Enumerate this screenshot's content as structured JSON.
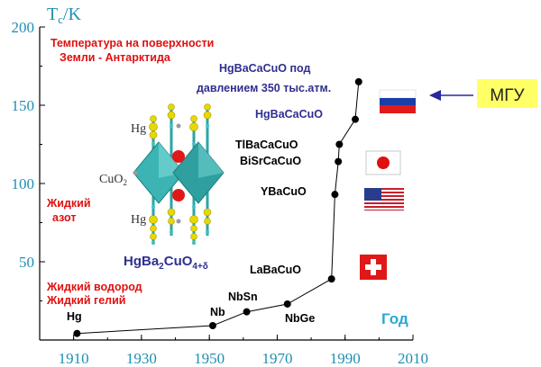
{
  "chart_data": {
    "type": "scatter",
    "title": "",
    "xlabel": "Год",
    "ylabel_main": "T",
    "ylabel_sub": "c",
    "ylabel_unit": "/K",
    "xlim": [
      1900,
      2010
    ],
    "ylim": [
      0,
      200
    ],
    "xticks": [
      1910,
      1930,
      1950,
      1970,
      1990,
      2010
    ],
    "yticks": [
      50,
      100,
      150,
      200
    ],
    "grid": false,
    "legend": "none",
    "series": [
      {
        "points": [
          {
            "x": 1911,
            "y": 4.2
          },
          {
            "x": 1951,
            "y": 9.2
          },
          {
            "x": 1961,
            "y": 18
          },
          {
            "x": 1973,
            "y": 23
          },
          {
            "x": 1986,
            "y": 39
          },
          {
            "x": 1987,
            "y": 93
          },
          {
            "x": 1988,
            "y": 114
          },
          {
            "x": 1988.3,
            "y": 125
          },
          {
            "x": 1993,
            "y": 141
          },
          {
            "x": 1994,
            "y": 165
          }
        ]
      }
    ],
    "point_labels": [
      {
        "text": "Hg",
        "color": "#000000"
      },
      {
        "text": "Nb",
        "color": "#000000"
      },
      {
        "text": "NbSn",
        "color": "#000000"
      },
      {
        "text": "NbGe",
        "color": "#000000"
      },
      {
        "text": "LaBaCuO",
        "color": "#000000"
      },
      {
        "text": "YBaCuO",
        "color": "#000000"
      },
      {
        "text": "BiSrCaCuO",
        "color": "#000000"
      },
      {
        "text": "TlBaCaCuO",
        "color": "#000000"
      },
      {
        "text": "HgBaCaCuO",
        "color": "#2f2f8f"
      },
      {
        "text": "HgBaCaCuO под",
        "color": "#2f2f8f"
      },
      {
        "text": "давлением 350 тыс.атм.",
        "color": "#2f2f8f"
      }
    ],
    "reference_labels": [
      {
        "text": "Температура на поверхности",
        "color": "#e01010"
      },
      {
        "text": "Земли - Антарктида",
        "color": "#e01010"
      },
      {
        "text": "Жидкий",
        "color": "#e01010"
      },
      {
        "text": "азот",
        "color": "#e01010"
      },
      {
        "text": "Жидкий водород",
        "color": "#e01010"
      },
      {
        "text": "Жидкий гелий",
        "color": "#e01010"
      }
    ],
    "colors": {
      "axis": "#000000",
      "ticks": "#1f8fb3",
      "year_label": "#28a8d8",
      "badge_bg": "#ffff66",
      "arrow": "#2828a0",
      "crystal": "#2aa6a6",
      "gold_atom": "#e8d800",
      "red_atom": "#e01818"
    }
  },
  "structure": {
    "hg_top": "Hg",
    "hg_bottom": "Hg",
    "cuo2": "CuO",
    "cuo2_sub": "2",
    "formula_main": "HgBa",
    "formula_sub1": "2",
    "formula_mid": "CuO",
    "formula_sub2": "4+δ"
  },
  "badge": "МГУ",
  "flags": [
    "russia-flag",
    "japan-flag",
    "usa-flag",
    "switzerland-flag"
  ]
}
